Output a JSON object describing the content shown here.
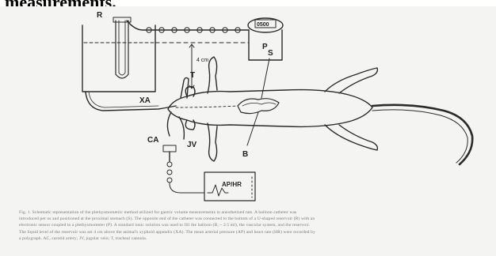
{
  "heading_fragment": "measurements.",
  "labels": {
    "reservoir": "R",
    "pump_display": "0500",
    "pump": "P",
    "height": "4 cm",
    "stomach": "S",
    "thermometer": "T",
    "xa": "XA",
    "ca": "CA",
    "jv": "JV",
    "balloon": "B",
    "monitor": "AP/HR"
  },
  "caption": {
    "lines": [
      "Fig. 1. Schematic representation of the plethysmometric method utilized for gastric volume measurements in anesthetized rats. A balloon catheter was",
      "introduced per os and positioned at the proximal stomach (S). The opposite end of the catheter was connected to the bottom of a U-shaped reservoir (R) with an",
      "electronic sensor coupled to a plethysmometer (P). A standard ionic solution was used to fill the balloon (B, ~ 2.5 ml), the vascular system, and the reservoir.",
      "The liquid level of the reservoir was set 4 cm above the animal's xyphoid appendix (XA). The mean arterial pressure (AP) and heart rate (HR) were recorded by",
      "a polygraph. AC, carotid artery; JV, jugular vein; T, tracheal cannula."
    ]
  },
  "colors": {
    "ink": "#2a2a2a",
    "panel": "#f4f4f2",
    "caption": "#777777"
  }
}
